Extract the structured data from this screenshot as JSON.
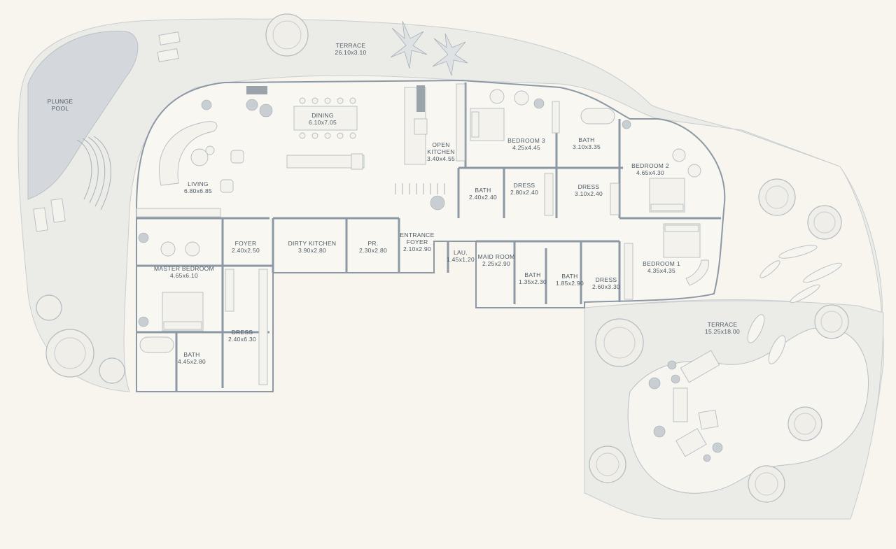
{
  "colors": {
    "background": "#f7f5ee",
    "terrace_fill": "#ebebe7",
    "pool_fill": "#d4d8dc",
    "interior_fill": "#f8f7f2",
    "wall": "#8c99a4",
    "label": "#4b5a66",
    "plant": "#b7bfc4"
  },
  "icons": [
    "tree-icon",
    "palm-icon",
    "plant-icon",
    "bed-icon",
    "sofa-icon",
    "bathtub-icon",
    "table-icon"
  ],
  "rooms": [
    {
      "id": "terrace-top",
      "name": "TERRACE",
      "dims": "26.10x3.10"
    },
    {
      "id": "plunge-pool",
      "name": "PLUNGE",
      "name2": "POOL"
    },
    {
      "id": "dining",
      "name": "DINING",
      "dims": "6.10x7.05"
    },
    {
      "id": "open-kitchen",
      "name": "OPEN",
      "name2": "KITCHEN",
      "dims": "3.40x4.55"
    },
    {
      "id": "bedroom-3",
      "name": "BEDROOM 3",
      "dims": "4.25x4.45"
    },
    {
      "id": "bath-b3",
      "name": "BATH",
      "dims": "3.10x3.35"
    },
    {
      "id": "bedroom-2",
      "name": "BEDROOM 2",
      "dims": "4.65x4.30"
    },
    {
      "id": "living",
      "name": "LIVING",
      "dims": "6.80x6.85"
    },
    {
      "id": "bath-a",
      "name": "BATH",
      "dims": "2.40x2.40"
    },
    {
      "id": "dress-a",
      "name": "DRESS",
      "dims": "2.80x2.40"
    },
    {
      "id": "dress-b",
      "name": "DRESS",
      "dims": "3.10x2.40"
    },
    {
      "id": "foyer",
      "name": "FOYER",
      "dims": "2.40x2.50"
    },
    {
      "id": "dirty-kitchen",
      "name": "DIRTY KITCHEN",
      "dims": "3.90x2.80"
    },
    {
      "id": "powder",
      "name": "PR.",
      "dims": "2.30x2.80"
    },
    {
      "id": "entrance-foyer",
      "name": "ENTRANCE",
      "name2": "FOYER",
      "dims": "2.10x2.90"
    },
    {
      "id": "laundry",
      "name": "LAU.",
      "dims": "1.45x1.20"
    },
    {
      "id": "maid-room",
      "name": "MAID ROOM",
      "dims": "2.25x2.90"
    },
    {
      "id": "bath-maid",
      "name": "BATH",
      "dims": "1.35x2.30"
    },
    {
      "id": "bath-b1",
      "name": "BATH",
      "dims": "1.85x2.90"
    },
    {
      "id": "dress-b1",
      "name": "DRESS",
      "dims": "2.60x3.30"
    },
    {
      "id": "bedroom-1",
      "name": "BEDROOM 1",
      "dims": "4.35x4.35"
    },
    {
      "id": "master-bedroom",
      "name": "MASTER BEDROOM",
      "dims": "4.65x6.10"
    },
    {
      "id": "dress-master",
      "name": "DRESS",
      "dims": "2.40x6.30"
    },
    {
      "id": "bath-master",
      "name": "BATH",
      "dims": "4.45x2.80"
    },
    {
      "id": "terrace-right",
      "name": "TERRACE",
      "dims": "15.25x18.00"
    }
  ]
}
